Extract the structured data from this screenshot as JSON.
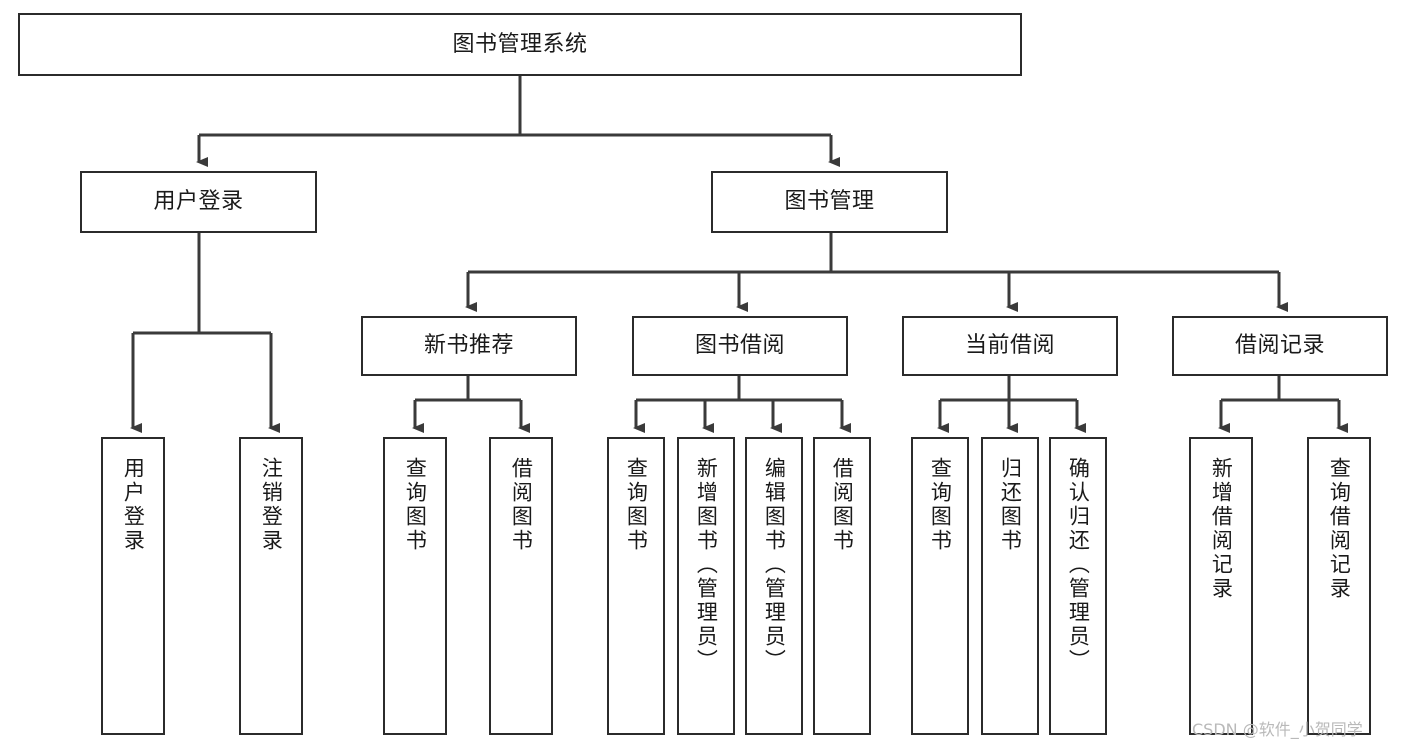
{
  "diagram": {
    "title": "图书管理系统",
    "type": "hierarchy-tree",
    "watermark": "CSDN @软件_小贺同学",
    "colors": {
      "box_border": "#2b2b2b",
      "box_fill": "#ffffff",
      "connector": "#3a3a3a",
      "text": "#1a1a1a",
      "watermark": "#b9b9b9",
      "background": "#ffffff"
    },
    "levels": {
      "root": "图书管理系统",
      "level2": [
        "用户登录",
        "图书管理"
      ],
      "level3": [
        "新书推荐",
        "图书借阅",
        "当前借阅",
        "借阅记录"
      ]
    },
    "nodes": {
      "root": {
        "label": "图书管理系统",
        "orientation": "horizontal"
      },
      "user_login": {
        "label": "用户登录",
        "orientation": "horizontal"
      },
      "book_manage": {
        "label": "图书管理",
        "orientation": "horizontal"
      },
      "new_book_rec": {
        "label": "新书推荐",
        "orientation": "horizontal"
      },
      "book_borrow": {
        "label": "图书借阅",
        "orientation": "horizontal"
      },
      "current_borrow": {
        "label": "当前借阅",
        "orientation": "horizontal"
      },
      "borrow_record": {
        "label": "借阅记录",
        "orientation": "horizontal"
      },
      "leaf_user_login": {
        "label": "用户登录",
        "orientation": "vertical"
      },
      "leaf_logout": {
        "label": "注销登录",
        "orientation": "vertical"
      },
      "leaf_query_book_1": {
        "label": "查询图书",
        "orientation": "vertical"
      },
      "leaf_borrow_book_1": {
        "label": "借阅图书",
        "orientation": "vertical"
      },
      "leaf_query_book_2": {
        "label": "查询图书",
        "orientation": "vertical"
      },
      "leaf_add_book": {
        "label": "新增图书（管理员）",
        "orientation": "vertical"
      },
      "leaf_edit_book": {
        "label": "编辑图书（管理员）",
        "orientation": "vertical"
      },
      "leaf_borrow_book_2": {
        "label": "借阅图书",
        "orientation": "vertical"
      },
      "leaf_query_book_3": {
        "label": "查询图书",
        "orientation": "vertical"
      },
      "leaf_return_book": {
        "label": "归还图书",
        "orientation": "vertical"
      },
      "leaf_confirm_return": {
        "label": "确认归还（管理员）",
        "orientation": "vertical"
      },
      "leaf_add_record": {
        "label": "新增借阅记录",
        "orientation": "vertical"
      },
      "leaf_query_record": {
        "label": "查询借阅记录",
        "orientation": "vertical"
      }
    },
    "edges": [
      {
        "from": "root",
        "to": "user_login"
      },
      {
        "from": "root",
        "to": "book_manage"
      },
      {
        "from": "user_login",
        "to": "leaf_user_login"
      },
      {
        "from": "user_login",
        "to": "leaf_logout"
      },
      {
        "from": "book_manage",
        "to": "new_book_rec"
      },
      {
        "from": "book_manage",
        "to": "book_borrow"
      },
      {
        "from": "book_manage",
        "to": "current_borrow"
      },
      {
        "from": "book_manage",
        "to": "borrow_record"
      },
      {
        "from": "new_book_rec",
        "to": "leaf_query_book_1"
      },
      {
        "from": "new_book_rec",
        "to": "leaf_borrow_book_1"
      },
      {
        "from": "book_borrow",
        "to": "leaf_query_book_2"
      },
      {
        "from": "book_borrow",
        "to": "leaf_add_book"
      },
      {
        "from": "book_borrow",
        "to": "leaf_edit_book"
      },
      {
        "from": "book_borrow",
        "to": "leaf_borrow_book_2"
      },
      {
        "from": "current_borrow",
        "to": "leaf_query_book_3"
      },
      {
        "from": "current_borrow",
        "to": "leaf_return_book"
      },
      {
        "from": "current_borrow",
        "to": "leaf_confirm_return"
      },
      {
        "from": "borrow_record",
        "to": "leaf_add_record"
      },
      {
        "from": "borrow_record",
        "to": "leaf_query_record"
      }
    ]
  }
}
